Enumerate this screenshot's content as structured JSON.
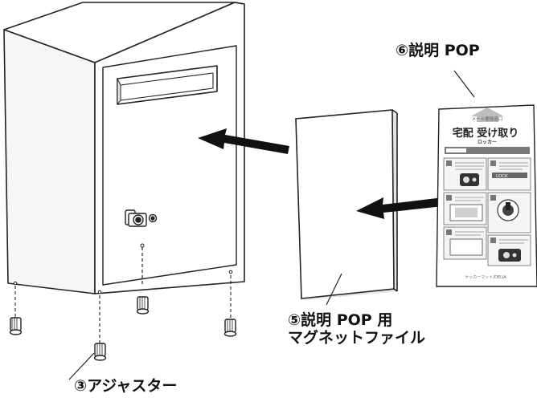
{
  "labels": {
    "pop": "⑥説明 POP",
    "file_line1": "⑤説明 POP 用",
    "file_line2": "マグネットファイル",
    "adjuster": "③アジャスター"
  },
  "pop_sheet": {
    "header": "メール便投函口",
    "title": "宅配 受け取り",
    "subtitle": "ロッカー",
    "lock_label": "LOCK",
    "footer": "ヤッカーマット/DELIA"
  },
  "colors": {
    "line": "#222222",
    "cabinet_face": "#ffffff",
    "cabinet_side": "#f4f4f4",
    "pop_header": "#b8b8b8",
    "pop_panel": "#9a9a9a",
    "pop_dark": "#333333"
  },
  "icons": [
    "arrow-left-icon",
    "key-lock-icon",
    "adjuster-foot-icon"
  ]
}
